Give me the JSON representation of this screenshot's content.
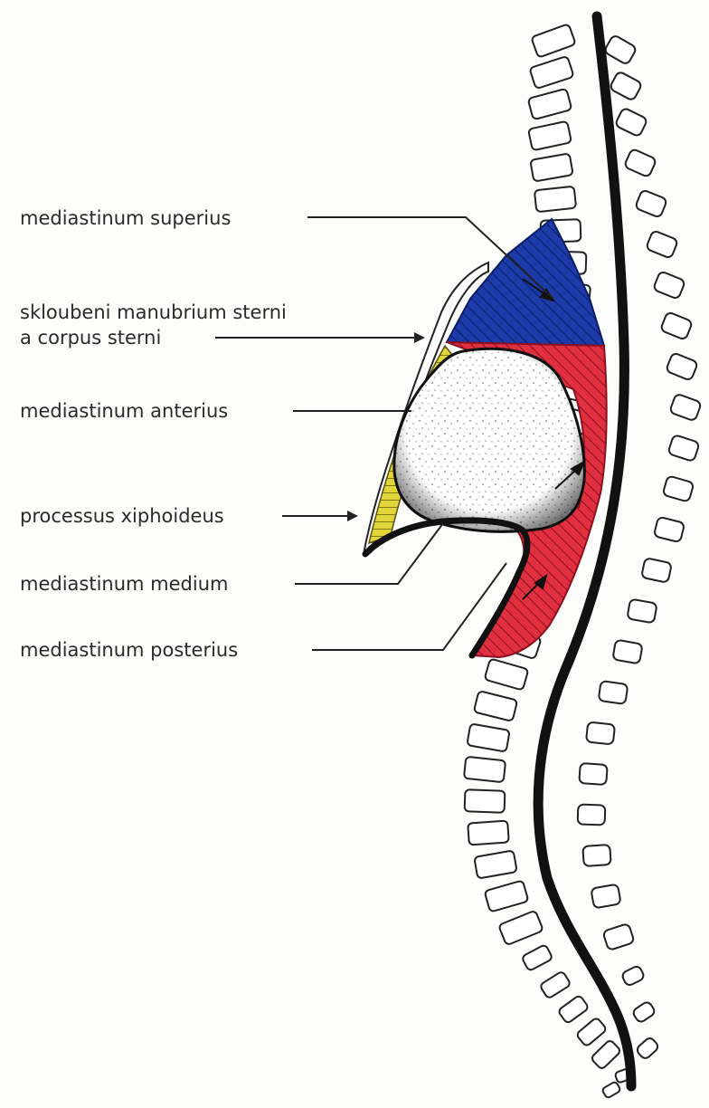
{
  "labels": {
    "superius": "mediastinum superius",
    "joint_line1": "skloubeni manubrium sterni",
    "joint_line2": "a corpus sterni",
    "anterius": "mediastinum anterius",
    "xiphoid": "processus xiphoideus",
    "medium": "mediastinum medium",
    "posterius": "mediastinum posterius"
  },
  "colors": {
    "superius": "#1c3aa8",
    "posterius": "#e03040",
    "anterius": "#e2d53a",
    "medium": "#ffffff",
    "spine": "#111111"
  }
}
